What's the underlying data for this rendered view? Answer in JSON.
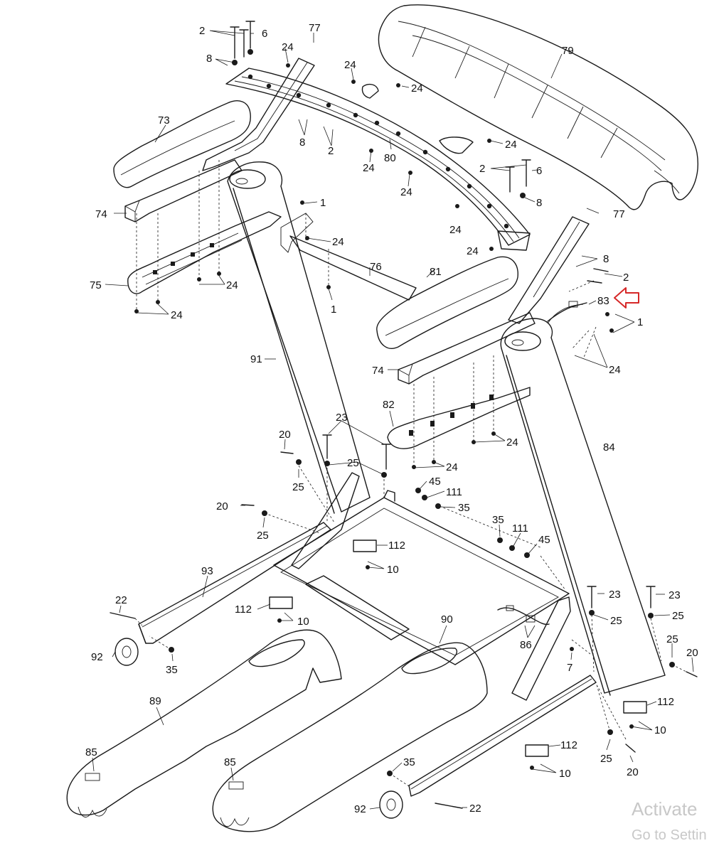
{
  "labels": {
    "p2_top_left": "2",
    "p6_top_left": "6",
    "p77_top_left": "77",
    "p24_a": "24",
    "p8_top_left": "8",
    "p24_b": "24",
    "p24_c": "24",
    "p79": "79",
    "p73": "73",
    "p8_mid": "8",
    "p2_mid": "2",
    "p80": "80",
    "p24_d": "24",
    "p24_e": "24",
    "p24_f": "24",
    "p2_top_right": "2",
    "p6_top_right": "6",
    "p8_top_right": "8",
    "p1_left": "1",
    "p74_left": "74",
    "p24_g": "24",
    "p77_right": "77",
    "p24_h": "24",
    "p24_i": "24",
    "p75": "75",
    "p24_j": "24",
    "p76": "76",
    "p8_right": "8",
    "p2_right": "2",
    "p81": "81",
    "p1_mid": "1",
    "p83": "83",
    "p24_k": "24",
    "p1_right": "1",
    "p91": "91",
    "p74_mid": "74",
    "p24_l": "24",
    "p82": "82",
    "p23_left": "23",
    "p20_a": "20",
    "p24_m": "24",
    "p84": "84",
    "p25_a": "25",
    "p24_n": "24",
    "p25_b": "25",
    "p45_a": "45",
    "p111_a": "111",
    "p35_a": "35",
    "p20_b": "20",
    "p25_c": "25",
    "p35_b": "35",
    "p111_b": "111",
    "p45_b": "45",
    "p112_a": "112",
    "p10_a": "10",
    "p93": "93",
    "p23_right_a": "23",
    "p23_right_b": "23",
    "p22_left": "22",
    "p112_b": "112",
    "p25_d": "25",
    "p25_e": "25",
    "p10_b": "10",
    "p90": "90",
    "p86": "86",
    "p25_f": "25",
    "p20_c": "20",
    "p92_left": "92",
    "p35_c": "35",
    "p7": "7",
    "p89": "89",
    "p112_c": "112",
    "p10_c": "10",
    "p112_d": "112",
    "p85_left": "85",
    "p85_mid": "85",
    "p25_g": "25",
    "p35_d": "35",
    "p10_d": "10",
    "p20_d": "20",
    "p92_bottom": "92",
    "p22_bottom": "22"
  },
  "watermark": {
    "line1": "Activate",
    "line2": "Go to Settin"
  },
  "highlight": {
    "color": "#d62828",
    "target": "83"
  }
}
